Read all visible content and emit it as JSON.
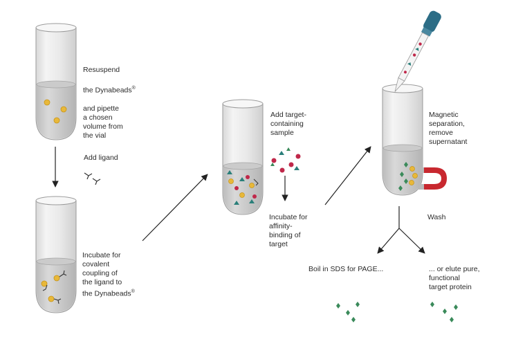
{
  "steps": {
    "resuspend": {
      "line1": "Resuspend",
      "line2": "the Dynabeads",
      "mark": "®",
      "rest": "and pipette\na chosen\nvolume from\nthe vial"
    },
    "add_ligand": "Add ligand",
    "incubate_covalent": {
      "text": "Incubate for\ncovalent\ncoupling of\nthe ligand to\nthe Dynabeads",
      "mark": "®"
    },
    "add_target": "Add target-\ncontaining\nsample",
    "incubate_affinity": "Incubate for\naffinity-\nbinding of\ntarget",
    "magnetic_separation": "Magnetic\nseparation,\nremove\nsupernatant",
    "wash": "Wash",
    "boil": "Boil in SDS for PAGE...",
    "elute": "... or elute pure,\nfunctional\ntarget protein"
  },
  "colors": {
    "bead": "#e8b83a",
    "bead_edge": "#c79417",
    "target_red": "#c0284a",
    "target_teal": "#2a7f7a",
    "ligand": "#333333",
    "magnet_red": "#c8282f",
    "magnet_tip": "#b9b9b9",
    "pipette_blue": "#2c6d86",
    "protein_green": "#3a8a5a",
    "arrow": "#222222"
  },
  "icons": [
    "tube",
    "dynabead",
    "ligand",
    "target-molecule",
    "horseshoe-magnet",
    "pipette",
    "purified-protein"
  ]
}
